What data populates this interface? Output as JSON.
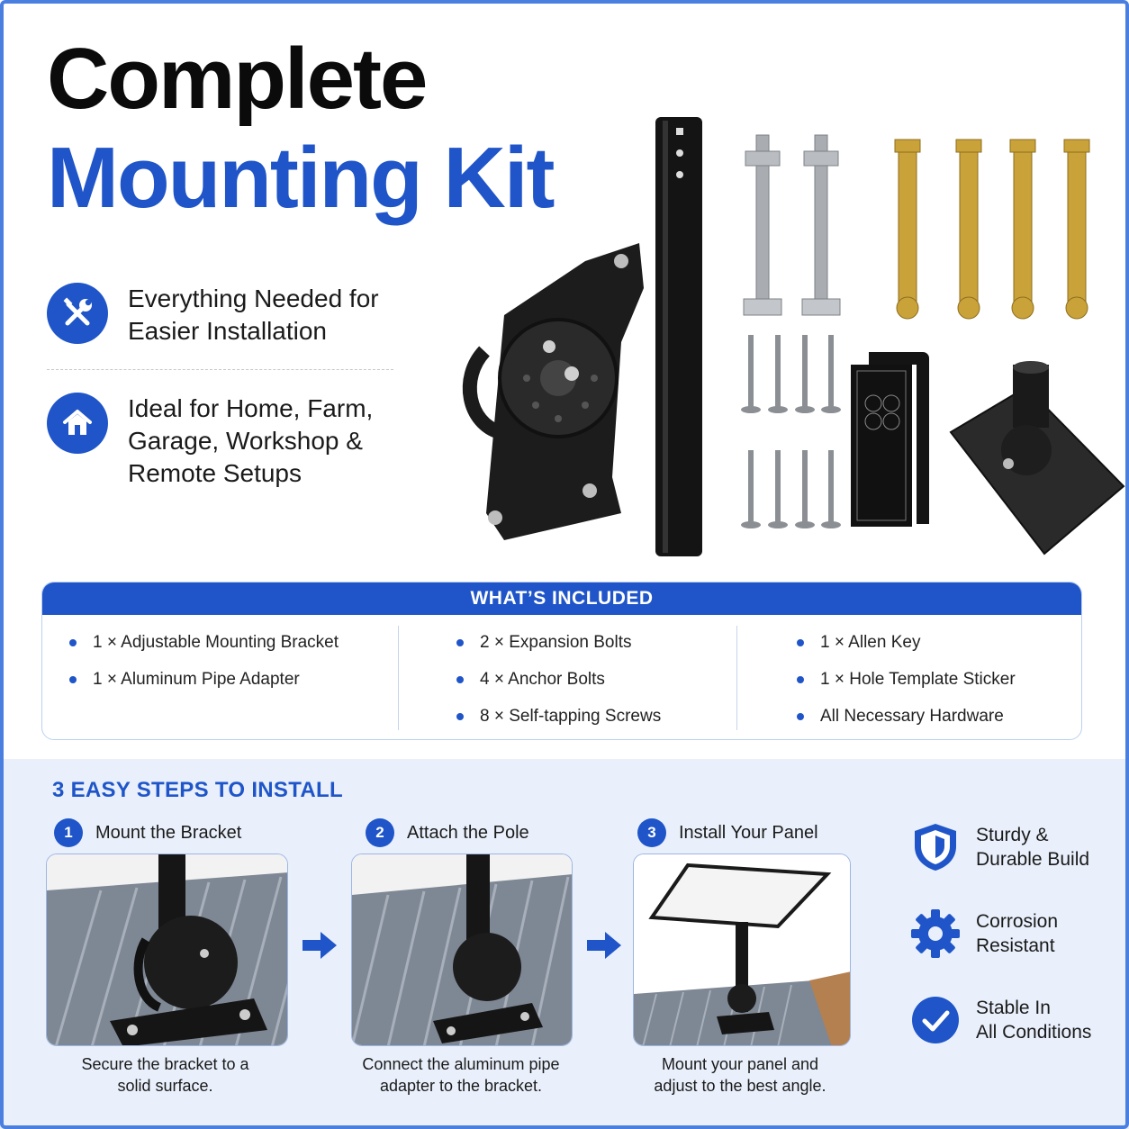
{
  "header": {
    "title_line1": "Complete",
    "title_line2": "Mounting Kit"
  },
  "features": [
    {
      "icon": "tools-icon",
      "line1": "Everything Needed for",
      "line2": "Easier Installation"
    },
    {
      "icon": "home-icon",
      "line1": "Ideal for Home, Farm,",
      "line2": "Garage, Workshop &",
      "line3": "Remote Setups"
    }
  ],
  "included": {
    "title": "WHAT’S INCLUDED",
    "col1": [
      "1 × Adjustable Mounting Bracket",
      "1 × Aluminum Pipe Adapter"
    ],
    "col2": [
      "2 × Expansion Bolts",
      "4 × Anchor Bolts",
      "8 × Self-tapping Screws"
    ],
    "col3": [
      "1 × Allen Key",
      "1 × Hole Template Sticker",
      "All Necessary Hardware"
    ]
  },
  "steps": {
    "title": "3 EASY STEPS TO INSTALL",
    "items": [
      {
        "num": "1",
        "label": "Mount the Bracket",
        "cap1": "Secure the bracket to a",
        "cap2": "solid surface."
      },
      {
        "num": "2",
        "label": "Attach the Pole",
        "cap1": "Connect the aluminum pipe",
        "cap2": "adapter to the bracket."
      },
      {
        "num": "3",
        "label": "Install Your Panel",
        "cap1": "Mount your panel and",
        "cap2": "adjust to the best angle."
      }
    ]
  },
  "badges": [
    {
      "icon": "shield-icon",
      "line1": "Sturdy &",
      "line2": "Durable Build"
    },
    {
      "icon": "gear-icon",
      "line1": "Corrosion",
      "line2": "Resistant"
    },
    {
      "icon": "check-circle-icon",
      "line1": "Stable In",
      "line2": "All Conditions"
    }
  ],
  "colors": {
    "brand_blue": "#1f55c8",
    "bottom_bg": "#e9f0fb",
    "brass": "#c9a23a",
    "steel": "#9a9ea3"
  }
}
